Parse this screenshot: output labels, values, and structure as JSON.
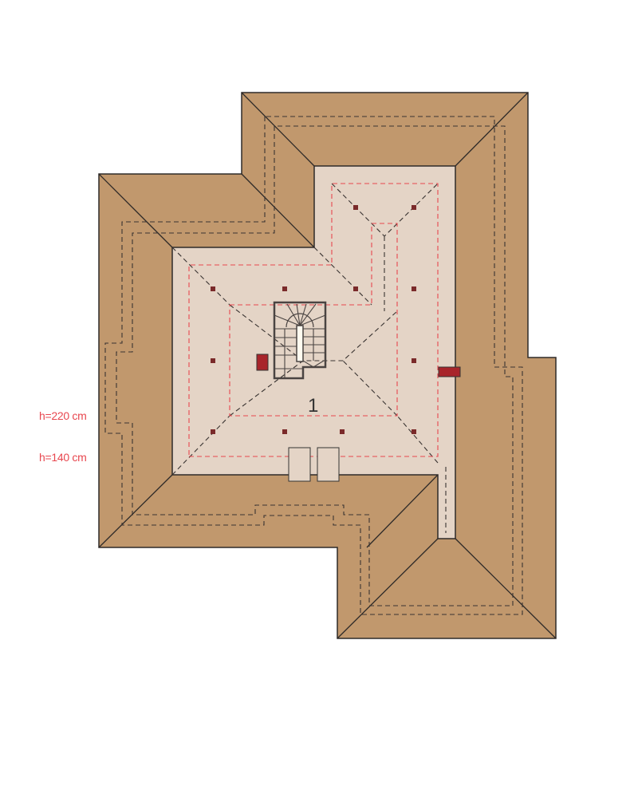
{
  "legend": {
    "height_220": "h=220 cm",
    "height_140": "h=140 cm"
  },
  "rooms": [
    {
      "number": "1"
    }
  ],
  "colors": {
    "roof": "#c1986d",
    "interior": "#e4d4c6",
    "outline": "#2e2a28",
    "height_line": "#e8474f",
    "chimney": "#a8242a"
  }
}
